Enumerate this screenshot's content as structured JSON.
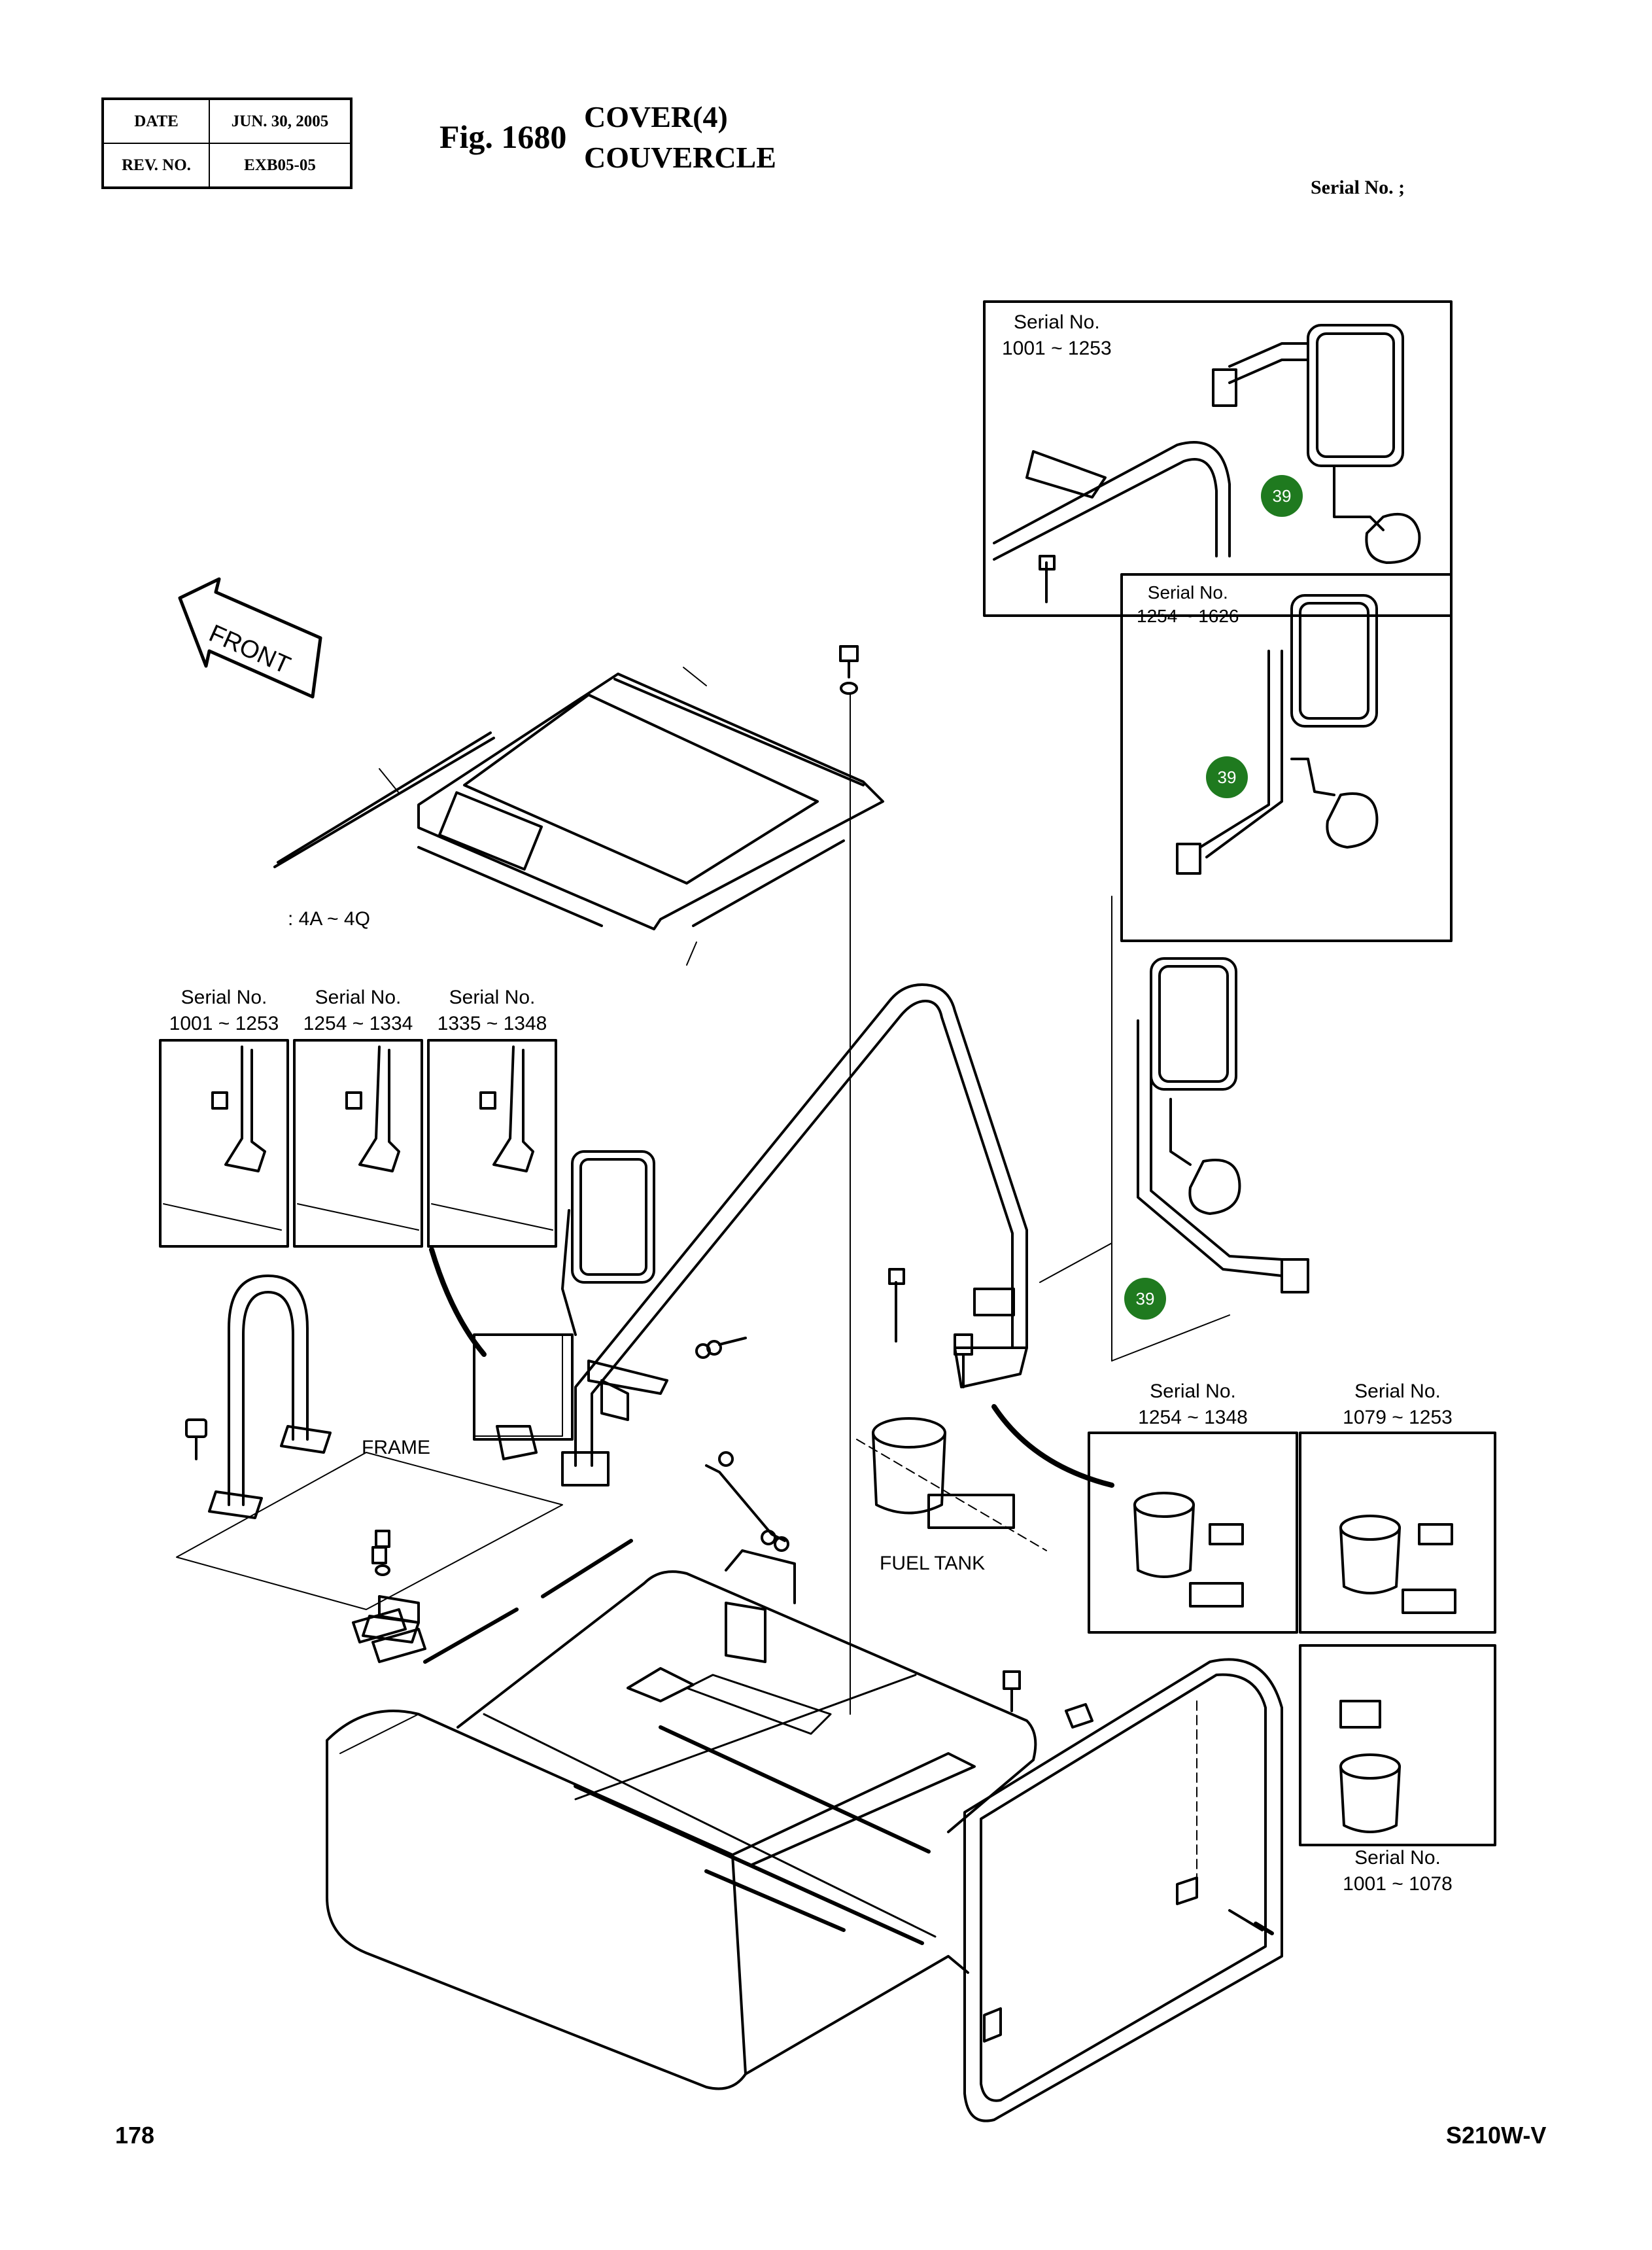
{
  "header": {
    "date_label": "DATE",
    "date_value": "JUN. 30, 2005",
    "rev_label": "REV. NO.",
    "rev_value": "EXB05-05",
    "fig_label": "Fig. 1680",
    "title_en": "COVER(4)",
    "title_fr": "COUVERCLE",
    "serial_label": "Serial No. ;"
  },
  "footer": {
    "page_number": "178",
    "model": "S210W-V"
  },
  "callouts": {
    "front": "FRONT",
    "kit_range": ": 4A ~ 4Q",
    "frame": "FRAME",
    "fuel_tank": "FUEL TANK"
  },
  "serial_boxes": {
    "mirror_a": {
      "line1": "Serial No.",
      "line2": "1001 ~ 1253"
    },
    "mirror_b": {
      "line1": "Serial No.",
      "line2": "1254 ~ 1626"
    },
    "bracket_a": {
      "line1": "Serial No.",
      "line2": "1001 ~ 1253"
    },
    "bracket_b": {
      "line1": "Serial No.",
      "line2": "1254 ~ 1334"
    },
    "bracket_c": {
      "line1": "Serial No.",
      "line2": "1335 ~ 1348"
    },
    "tank_a": {
      "line1": "Serial No.",
      "line2": "1254 ~ 1348"
    },
    "tank_b": {
      "line1": "Serial No.",
      "line2": "1079 ~ 1253"
    },
    "tank_c": {
      "line1": "Serial No.",
      "line2": "1001 ~ 1078"
    }
  },
  "badges": [
    "39",
    "39",
    "39"
  ],
  "colors": {
    "badge_fill": "#1f7a1f",
    "line": "#000000"
  }
}
